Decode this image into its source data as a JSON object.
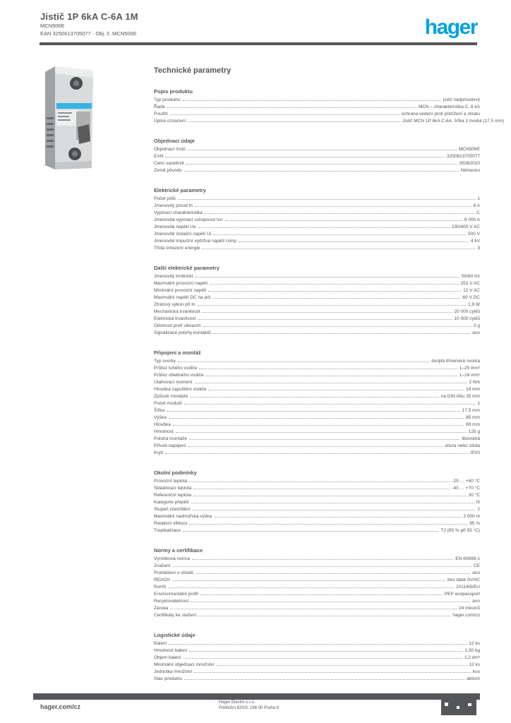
{
  "header": {
    "title": "Jistič 1P 6kA C-6A 1M",
    "reference": "MCN506E",
    "meta": "EAN 3250613705077 · Obj. č. MCN506E",
    "logo_text": "hager",
    "logo_color": "#00a3e0"
  },
  "content": {
    "heading": "Technické parametry",
    "sections": [
      {
        "name": "Popis produktu",
        "rows": [
          {
            "label": "Typ produktu",
            "value": "jistič nadproudový"
          },
          {
            "label": "Řada",
            "value": "MCN – charakteristika C, 6 kA"
          },
          {
            "label": "Použití",
            "value": "ochrana vedení proti přetížení a zkratu"
          },
          {
            "label": "Úplné označení",
            "value": "Jistič MCN 1P 6kA C-6A, šířka 1 modul (17,5 mm)",
            "overflow": true
          }
        ]
      },
      {
        "name": "Objednací údaje",
        "rows": [
          {
            "label": "Objednací číslo",
            "value": "MCN506E"
          },
          {
            "label": "EAN",
            "value": "3250613705077"
          },
          {
            "label": "Celní sazebník",
            "value": "85362010"
          },
          {
            "label": "Země původu",
            "value": "Německo"
          }
        ]
      },
      {
        "name": "Elektrické parametry",
        "rows": [
          {
            "label": "Počet pólů",
            "value": "1"
          },
          {
            "label": "Jmenovitý proud In",
            "value": "6 A"
          },
          {
            "label": "Vypínací charakteristika",
            "value": "C"
          },
          {
            "label": "Jmenovitá vypínací schopnost Icn",
            "value": "6 000 A"
          },
          {
            "label": "Jmenovité napětí Ue",
            "value": "230/400 V AC"
          },
          {
            "label": "Jmenovité izolační napětí Ui",
            "value": "500 V"
          },
          {
            "label": "Jmenovité impulzní výdržné napětí Uimp",
            "value": "4 kV"
          },
          {
            "label": "Třída omezení energie",
            "value": "3"
          }
        ]
      },
      {
        "name": "Další elektrické parametry",
        "rows": [
          {
            "label": "Jmenovitý kmitočet",
            "value": "50/60 Hz"
          },
          {
            "label": "Maximální provozní napětí",
            "value": "253 V AC"
          },
          {
            "label": "Minimální provozní napětí",
            "value": "12 V AC"
          },
          {
            "label": "Maximální napětí DC na pól",
            "value": "60 V DC"
          },
          {
            "label": "Ztrátový výkon při In",
            "value": "1,9 W"
          },
          {
            "label": "Mechanická trvanlivost",
            "value": "20 000 cyklů"
          },
          {
            "label": "Elektrická trvanlivost",
            "value": "10 000 cyklů"
          },
          {
            "label": "Odolnost proti vibracím",
            "value": "3 g"
          },
          {
            "label": "Signalizace polohy kontaktů",
            "value": "ano"
          }
        ]
      },
      {
        "name": "Připojení a montáž",
        "rows": [
          {
            "label": "Typ svorky",
            "value": "dvojitá třmenová svorka"
          },
          {
            "label": "Průřez tuhého vodiče",
            "value": "1–25 mm²"
          },
          {
            "label": "Průřez ohebného vodiče",
            "value": "1–16 mm²"
          },
          {
            "label": "Utahovací moment",
            "value": "2 Nm"
          },
          {
            "label": "Hloubka zapuštění vodiče",
            "value": "14 mm"
          },
          {
            "label": "Způsob montáže",
            "value": "na DIN lištu 35 mm"
          },
          {
            "label": "Počet modulů",
            "value": "1"
          },
          {
            "label": "Šířka",
            "value": "17,5 mm"
          },
          {
            "label": "Výška",
            "value": "85 mm"
          },
          {
            "label": "Hloubka",
            "value": "69 mm"
          },
          {
            "label": "Hmotnost",
            "value": "125 g"
          },
          {
            "label": "Poloha montáže",
            "value": "libovolná"
          },
          {
            "label": "Přívod napájení",
            "value": "shora nebo zdola"
          },
          {
            "label": "Krytí",
            "value": "IP20"
          }
        ]
      },
      {
        "name": "Okolní podmínky",
        "rows": [
          {
            "label": "Provozní teplota",
            "value": "-25 … +60 °C"
          },
          {
            "label": "Skladovací teplota",
            "value": "-40 … +70 °C"
          },
          {
            "label": "Referenční teplota",
            "value": "30 °C"
          },
          {
            "label": "Kategorie přepětí",
            "value": "III"
          },
          {
            "label": "Stupeň znečištění",
            "value": "2"
          },
          {
            "label": "Maximální nadmořská výška",
            "value": "2 000 m"
          },
          {
            "label": "Relativní vlhkost",
            "value": "95 %"
          },
          {
            "label": "Tropikalizace",
            "value": "T2 (95 % při 55 °C)"
          }
        ]
      },
      {
        "name": "Normy a certifikace",
        "rows": [
          {
            "label": "Výrobková norma",
            "value": "EN 60898-1"
          },
          {
            "label": "Značení",
            "value": "CE"
          },
          {
            "label": "Prohlášení o shodě",
            "value": "ano"
          },
          {
            "label": "REACH",
            "value": "bez látek SVHC"
          },
          {
            "label": "RoHS",
            "value": "2011/65/EU"
          },
          {
            "label": "Environmentální profil",
            "value": "PEP ecopassport"
          },
          {
            "label": "Recyklovatelnost",
            "value": "ano"
          },
          {
            "label": "Záruka",
            "value": "24 měsíců"
          },
          {
            "label": "Certifikáty ke stažení",
            "value": "hager.com/cz"
          }
        ]
      },
      {
        "name": "Logistické údaje",
        "rows": [
          {
            "label": "Balení",
            "value": "12 ks"
          },
          {
            "label": "Hmotnost balení",
            "value": "1,50 kg"
          },
          {
            "label": "Objem balení",
            "value": "1,2 dm³"
          },
          {
            "label": "Minimální objednací množství",
            "value": "12 ks"
          },
          {
            "label": "Jednotka množství",
            "value": "kus"
          },
          {
            "label": "Stav produktu",
            "value": "aktivní"
          }
        ]
      }
    ]
  },
  "footer": {
    "website": "hager.com/cz",
    "company": "Hager Electro s.r.o.",
    "address": "Pobřežní 620/3, 186 00 Praha 8"
  }
}
